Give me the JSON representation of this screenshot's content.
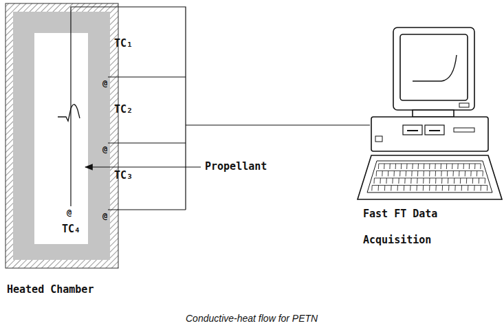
{
  "diagram": {
    "caption": "Conductive-heat flow for PETN",
    "nodes": [
      {
        "text": [
          "Heated Chamber"
        ]
      }
    ],
    "labels": [
      "TC₁",
      "TC₂",
      "TC₃",
      "TC₄",
      "@",
      "@",
      "@",
      "@",
      "Propellant",
      "Fast FT Data",
      "Acquisition"
    ]
  }
}
